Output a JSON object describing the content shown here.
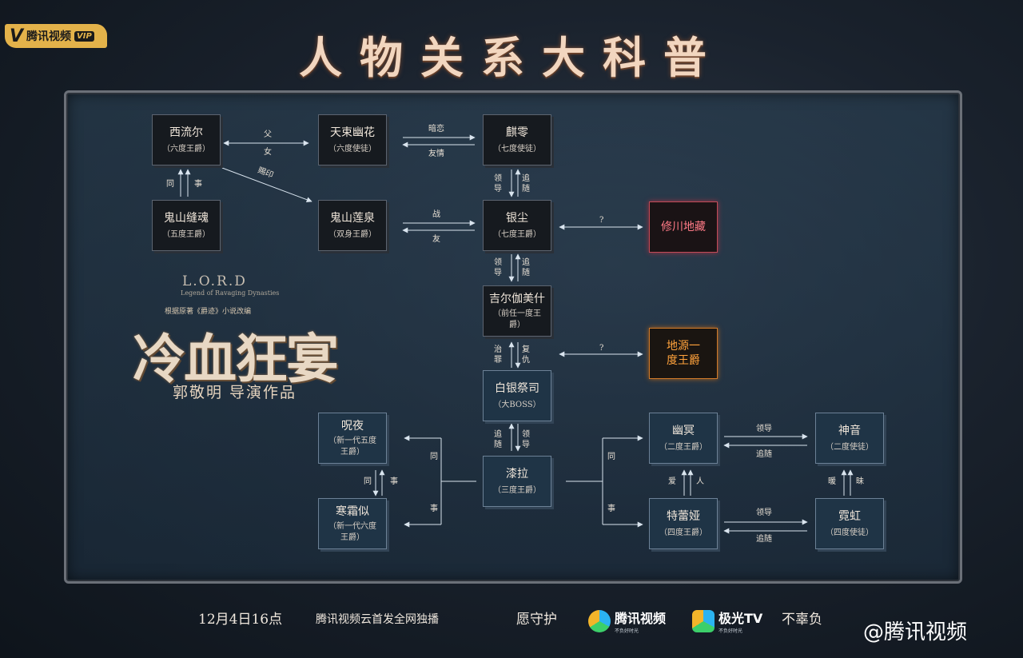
{
  "header": {
    "logo_brand": "腾讯视频",
    "logo_badge": "VIP",
    "title": "人物关系大科普"
  },
  "nodes": {
    "xiliuer": {
      "name": "西流尔",
      "sub": "（六度王爵）"
    },
    "tianshu": {
      "name": "天束幽花",
      "sub": "（六度使徒）"
    },
    "qiling": {
      "name": "麒零",
      "sub": "（七度使徒）"
    },
    "guishanfeng": {
      "name": "鬼山缝魂",
      "sub": "（五度王爵）"
    },
    "guishanlian": {
      "name": "鬼山莲泉",
      "sub": "（双身王爵）"
    },
    "yinchen": {
      "name": "银尘",
      "sub": "（七度王爵）"
    },
    "xiuchuan": {
      "name": "修川地藏"
    },
    "jier": {
      "name": "吉尔伽美什",
      "sub": "（前任一度王爵）"
    },
    "diyuan": {
      "name": "地源一度王爵"
    },
    "baiyin": {
      "name": "白银祭司",
      "sub": "（大BOSS）"
    },
    "zhouye": {
      "name": "呪夜",
      "sub": "（新一代五度王爵）"
    },
    "hanshuang": {
      "name": "寒霜似",
      "sub": "（新一代六度王爵）"
    },
    "qila": {
      "name": "漆拉",
      "sub": "（三度王爵）"
    },
    "youming": {
      "name": "幽冥",
      "sub": "（二度王爵）"
    },
    "shenyin": {
      "name": "神音",
      "sub": "（二度使徒）"
    },
    "teleiya": {
      "name": "特蕾娅",
      "sub": "（四度王爵）"
    },
    "nihong": {
      "name": "霓虹",
      "sub": "（四度使徒）"
    }
  },
  "relations": {
    "fu": "父",
    "nv": "女",
    "anlian": "暗恋",
    "youqing": "友情",
    "tong": "同",
    "shi": "事",
    "kayin": "赐印",
    "zhan": "战",
    "you": "友",
    "ling": "领",
    "dao": "导",
    "zhui": "追",
    "sui": "随",
    "q1": "?",
    "q2": "?",
    "zhi": "治",
    "zui": "罪",
    "fu2": "复",
    "chou": "仇",
    "ai": "爱",
    "ren": "人",
    "nuan": "暖",
    "mei": "昧",
    "lingdao": "领导",
    "zhuisui": "追随"
  },
  "branding": {
    "lord_title": "L.O.R.D",
    "lord_subtitle": "Legend of Ravaging Dynasties",
    "adapt_note": "根据原著《爵迹》小说改编",
    "movie_title": "冷血狂宴",
    "director": "郭敬明 导演作品"
  },
  "footer": {
    "release": "12月4日16点",
    "platform_note": "腾讯视频云首发全网独播",
    "slogan_left": "愿守护",
    "app1_name": "腾讯视频",
    "app1_tag": "不负好时光",
    "app2_name": "极光TV",
    "app2_tag": "不负好时光",
    "slogan_right": "不辜负",
    "weibo": "@腾讯视频"
  },
  "colors": {
    "title": "#f2d6bf",
    "red_accent": "#ff7a86",
    "orange_accent": "#ffa23c",
    "arrow": "#d9e4ee"
  }
}
